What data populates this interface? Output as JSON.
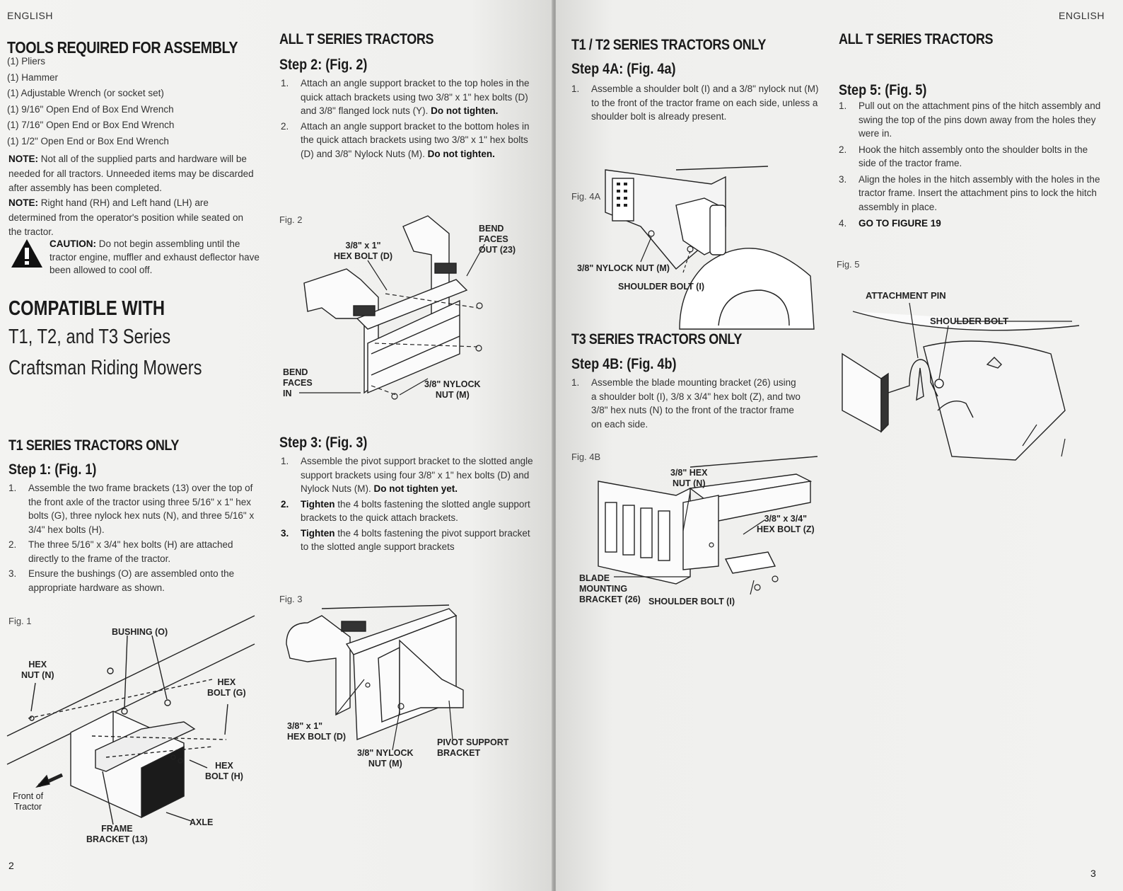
{
  "left": {
    "header": "ENGLISH",
    "page_number": "2",
    "tools": {
      "title": "TOOLS REQUIRED FOR ASSEMBLY",
      "items": [
        "(1) Pliers",
        "(1) Hammer",
        "(1) Adjustable Wrench (or socket set)",
        "(1) 9/16\" Open End of Box End Wrench",
        "(1) 7/16\" Open End or Box End Wrench",
        "(1) 1/2\"  Open End or Box End Wrench"
      ],
      "note1_label": "NOTE:",
      "note1_text": " Not all of the supplied parts and hardware will be needed for all tractors. Unneeded items may be discarded after assembly has been completed.",
      "note2_label": "NOTE:",
      "note2_text": " Right hand (RH) and Left hand (LH) are determined from the operator's position while seated on the tractor.",
      "caution_label": "CAUTION:",
      "caution_text": " Do not begin assembling until the tractor engine, muffler and exhaust deflector have been allowed to cool off."
    },
    "compatible": {
      "title": "COMPATIBLE WITH",
      "line1": "T1, T2, and T3 Series",
      "line2": "Craftsman Riding Mowers"
    },
    "t1": {
      "title": "T1 SERIES TRACTORS ONLY",
      "step": "Step 1: (Fig. 1)",
      "items": [
        {
          "n": "1.",
          "text": "Assemble the two frame brackets (13) over the top of the front axle of the tractor using three 5/16\" x 1\" hex bolts (G), three nylock hex nuts (N), and three 5/16\" x 3/4\" hex bolts (H)."
        },
        {
          "n": "2.",
          "text": "The three 5/16\" x 3/4\" hex bolts (H) are attached directly to the frame of the tractor."
        },
        {
          "n": "3.",
          "text": "Ensure the bushings (O) are assembled onto the appropriate hardware as shown."
        }
      ],
      "fig": "Fig. 1",
      "callouts": {
        "bushing": "BUSHING (O)",
        "hexnut": "HEX\nNUT (N)",
        "hexbolt_g": "HEX\nBOLT (G)",
        "hexbolt_h": "HEX\nBOLT (H)",
        "front": "Front of\nTractor",
        "axle": "AXLE",
        "frame": "FRAME\nBRACKET (13)"
      }
    },
    "all_t": {
      "title": "ALL T SERIES TRACTORS",
      "step2": "Step 2: (Fig. 2)",
      "step2_items": [
        {
          "n": "1.",
          "text": "Attach an angle support bracket to the top holes in the quick attach brackets using two 3/8\" x 1\" hex bolts (D) and 3/8\" flanged lock nuts (Y). ",
          "bold": "Do not tighten."
        },
        {
          "n": "2.",
          "text": "Attach an angle support bracket to the bottom holes in the quick attach brackets using two 3/8\" x 1\" hex bolts (D) and 3/8\" Nylock Nuts (M). ",
          "bold": "Do not tighten."
        }
      ],
      "fig2": "Fig. 2",
      "fig2_callouts": {
        "hexbolt": "3/8\" x 1\"\nHEX BOLT (D)",
        "bendout": "BEND\nFACES\nOUT (23)",
        "bendin": "BEND\nFACES\nIN",
        "nylock": "3/8\" NYLOCK\nNUT (M)"
      },
      "step3": "Step 3: (Fig. 3)",
      "step3_items": [
        {
          "n": "1.",
          "text": "Assemble the pivot support bracket to the slotted angle support brackets using four 3/8\" x 1\" hex bolts (D) and Nylock Nuts (M). ",
          "bold": "Do not tighten yet."
        },
        {
          "n": "2.",
          "bold_lead": "Tighten",
          "text": " the 4 bolts fastening the slotted angle support brackets to the quick attach brackets."
        },
        {
          "n": "3.",
          "bold_lead": "Tighten",
          "text": " the 4 bolts fastening the pivot support bracket to the slotted angle support brackets"
        }
      ],
      "fig3": "Fig. 3",
      "fig3_callouts": {
        "hexbolt": "3/8\" x 1\"\nHEX BOLT (D)",
        "nylock": "3/8\" NYLOCK\nNUT (M)",
        "pivot": "PIVOT SUPPORT\nBRACKET"
      }
    }
  },
  "right": {
    "header": "ENGLISH",
    "page_number": "3",
    "t1t2": {
      "title": "T1 / T2 SERIES TRACTORS ONLY",
      "step": "Step 4A: (Fig. 4a)",
      "items": [
        {
          "n": "1.",
          "text": "Assemble a shoulder bolt (I) and a 3/8\" nylock nut (M) to the front of the tractor frame on each side, unless a shoulder bolt is already present."
        }
      ],
      "fig": "Fig. 4A",
      "callouts": {
        "nylock": "3/8\" NYLOCK NUT (M)",
        "shoulder": "SHOULDER BOLT (I)"
      }
    },
    "t3": {
      "title": "T3 SERIES TRACTORS ONLY",
      "step": "Step 4B: (Fig. 4b)",
      "items": [
        {
          "n": "1.",
          "text": "Assemble the blade mounting bracket (26) using a shoulder bolt (I), 3/8 x 3/4\" hex bolt (Z), and two 3/8\" hex nuts (N) to the front of the tractor frame on each side."
        }
      ],
      "fig": "Fig. 4B",
      "callouts": {
        "hexnut": "3/8\" HEX\nNUT (N)",
        "hexbolt": "3/8\" x 3/4\"\nHEX BOLT (Z)",
        "blade": "BLADE\nMOUNTING\nBRACKET (26)",
        "shoulder": "SHOULDER BOLT (I)"
      }
    },
    "all_t": {
      "title": "ALL T SERIES TRACTORS",
      "step": "Step 5: (Fig. 5)",
      "items": [
        {
          "n": "1.",
          "text": "Pull out on the attachment pins of the hitch assembly and swing the top of the pins down away from the holes they were in."
        },
        {
          "n": "2.",
          "text": "Hook the hitch assembly onto the shoulder bolts in the side of the tractor frame."
        },
        {
          "n": "3.",
          "text": "Align the holes in the hitch assembly with the holes in the tractor frame. Insert the attachment pins to lock the hitch assembly in place."
        },
        {
          "n": "4.",
          "text": "GO TO FIGURE 19"
        }
      ],
      "fig": "Fig. 5",
      "callouts": {
        "pin": "ATTACHMENT PIN",
        "shoulder": "SHOULDER BOLT"
      }
    }
  }
}
